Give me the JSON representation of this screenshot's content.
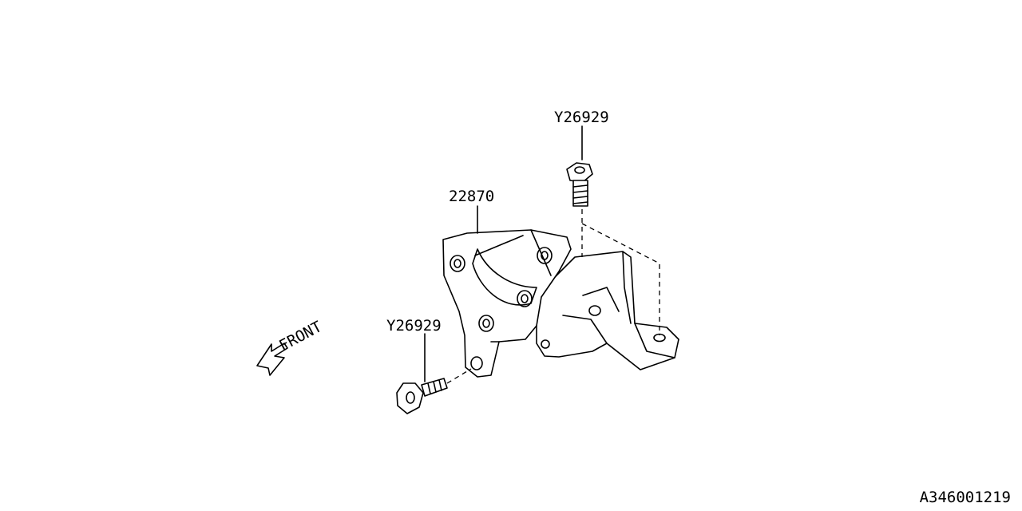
{
  "labels": {
    "part_bracket": "22870",
    "bolt_top": "Y26929",
    "bolt_left": "Y26929",
    "front": "FRONT",
    "diagram_id": "A346001219"
  },
  "parts": [
    {
      "part_number": "22870",
      "name": "bracket"
    },
    {
      "part_number": "Y26929",
      "name": "flange bolt (top)"
    },
    {
      "part_number": "Y26929",
      "name": "flange bolt (left)"
    }
  ],
  "icons": {
    "front_arrow": "arrow-left-outline-icon"
  }
}
